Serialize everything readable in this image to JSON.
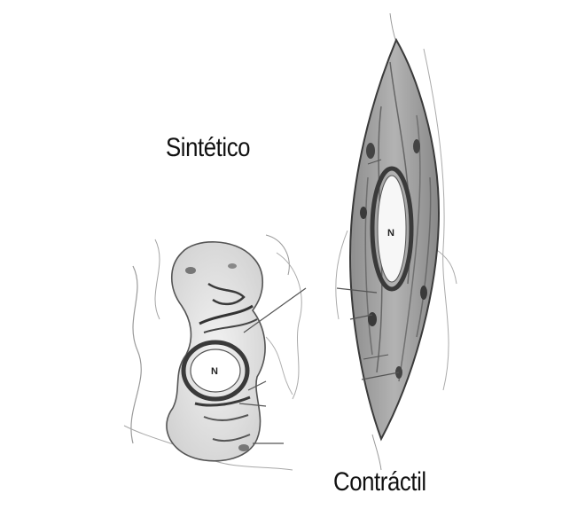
{
  "labels": {
    "synthetic": "Sintético",
    "contractile": "Contráctil",
    "nucleus_synthetic": "N",
    "nucleus_contractile": "N"
  },
  "colors": {
    "background": "#ffffff",
    "cell_fill_light": "#e6e6e6",
    "cell_fill_dark": "#9a9a9a",
    "outline": "#444444",
    "organelle": "#3a3a3a"
  }
}
